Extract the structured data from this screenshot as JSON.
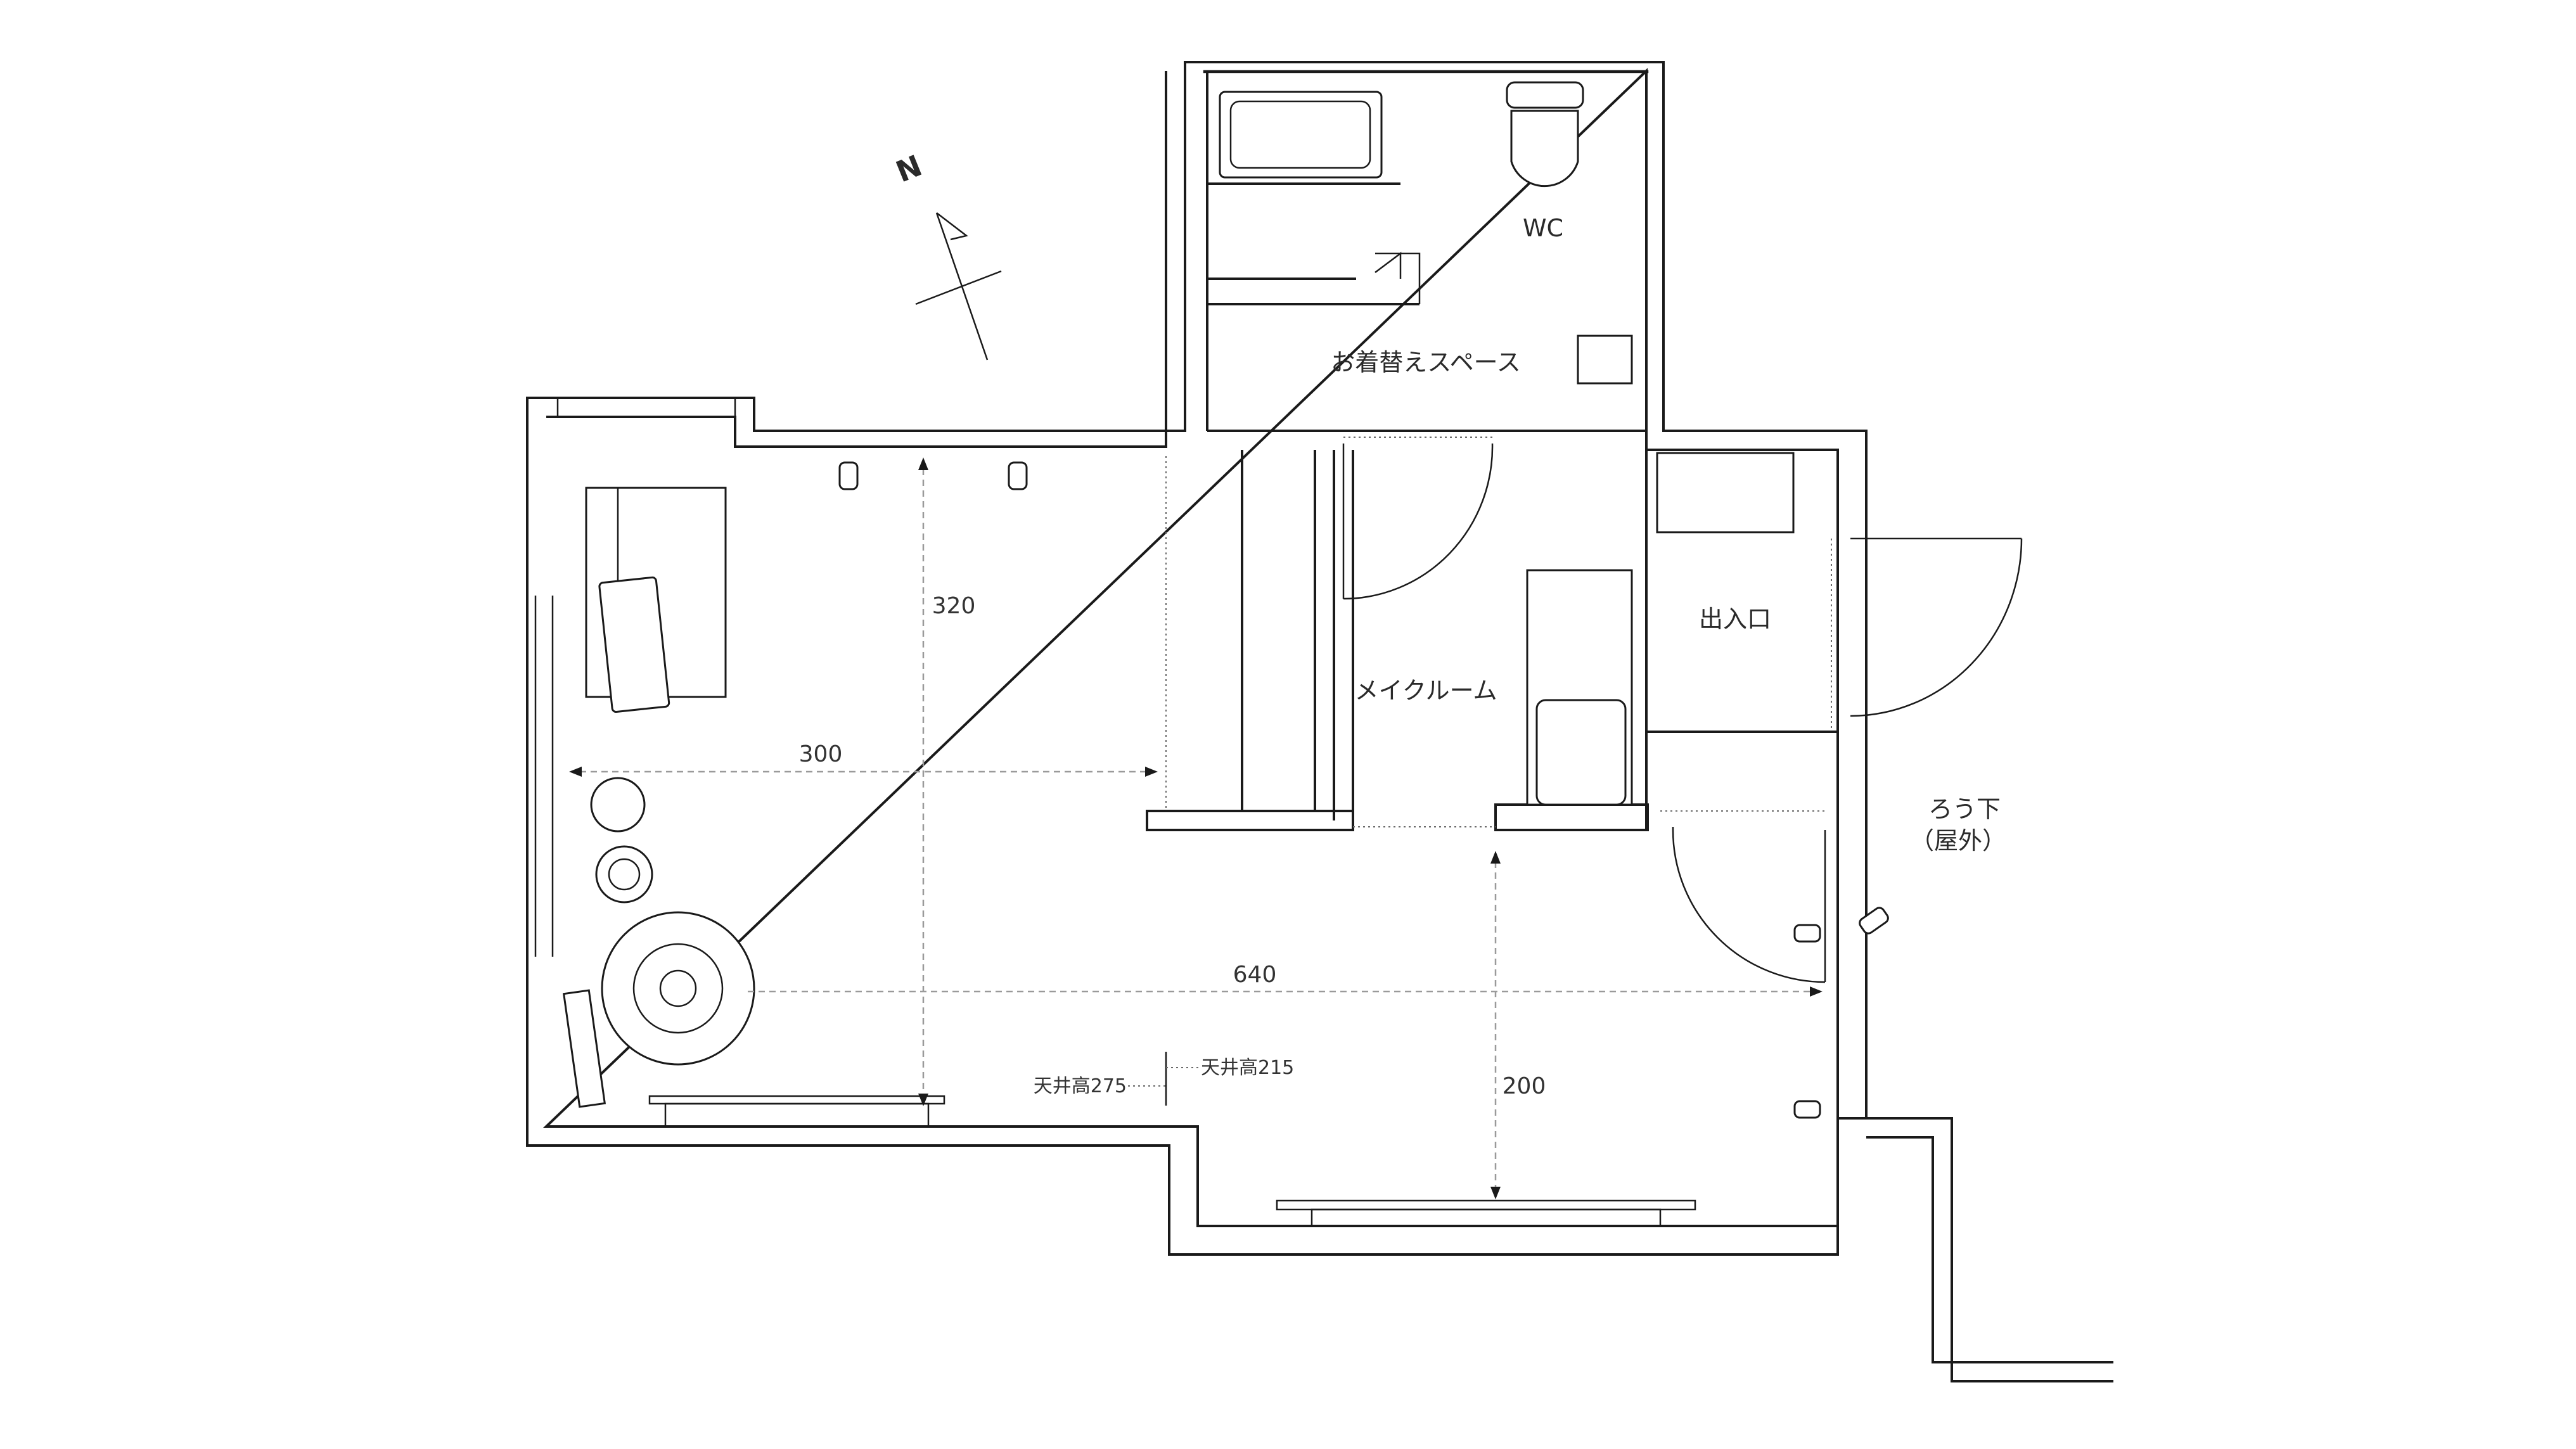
{
  "rooms": {
    "wc": "WC",
    "changing_space": "お着替えスペース",
    "entrance": "出入口",
    "make_room": "メイクルーム",
    "corridor_line1": "ろう下",
    "corridor_line2": "（屋外）"
  },
  "compass": {
    "north": "N"
  },
  "dimensions": {
    "height_320": "320",
    "width_300": "300",
    "width_640": "640",
    "height_200": "200"
  },
  "ceiling_heights": {
    "main": "天井高275",
    "lowered": "天井高215"
  },
  "colors": {
    "line": "#1a1a1a",
    "dimension_line": "#9a9a9a",
    "background": "#ffffff"
  }
}
